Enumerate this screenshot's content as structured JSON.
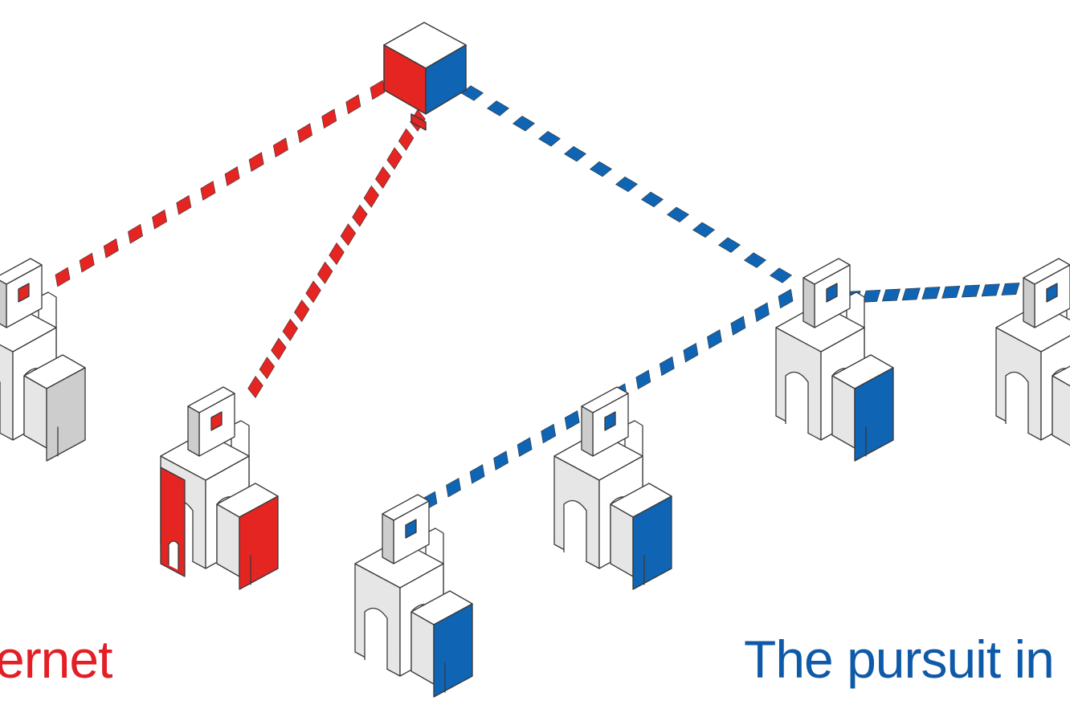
{
  "captions": {
    "left": "ernet",
    "right": "The pursuit in"
  },
  "colors": {
    "red": "#e42521",
    "blue": "#0f64b4",
    "blue_dark": "#0b4fa3",
    "light_face": "#ffffff",
    "mid_face": "#e6e6e6",
    "dark_face": "#cdcdcd",
    "outline": "#3a3a3a",
    "caption_red": "#e31e24",
    "caption_blue": "#0f5aa8"
  },
  "diagram": {
    "hub": {
      "name": "hub-cube",
      "style": "red-blue"
    },
    "figures": [
      {
        "name": "figure-left-edge",
        "accent": "none",
        "dot": "red"
      },
      {
        "name": "figure-red",
        "accent": "red",
        "dot": "red"
      },
      {
        "name": "figure-front",
        "accent": "blue",
        "dot": "blue"
      },
      {
        "name": "figure-center",
        "accent": "blue",
        "dot": "blue"
      },
      {
        "name": "figure-right",
        "accent": "blue",
        "dot": "blue"
      },
      {
        "name": "figure-right-edge",
        "accent": "none",
        "dot": "blue"
      }
    ],
    "connections": [
      {
        "name": "link-hub-to-left-edge",
        "color": "red"
      },
      {
        "name": "link-hub-to-red-figure",
        "color": "red"
      },
      {
        "name": "link-hub-to-right-figure",
        "color": "blue"
      },
      {
        "name": "link-front-to-right-figure",
        "color": "blue"
      },
      {
        "name": "link-right-to-right-edge",
        "color": "blue"
      }
    ]
  }
}
